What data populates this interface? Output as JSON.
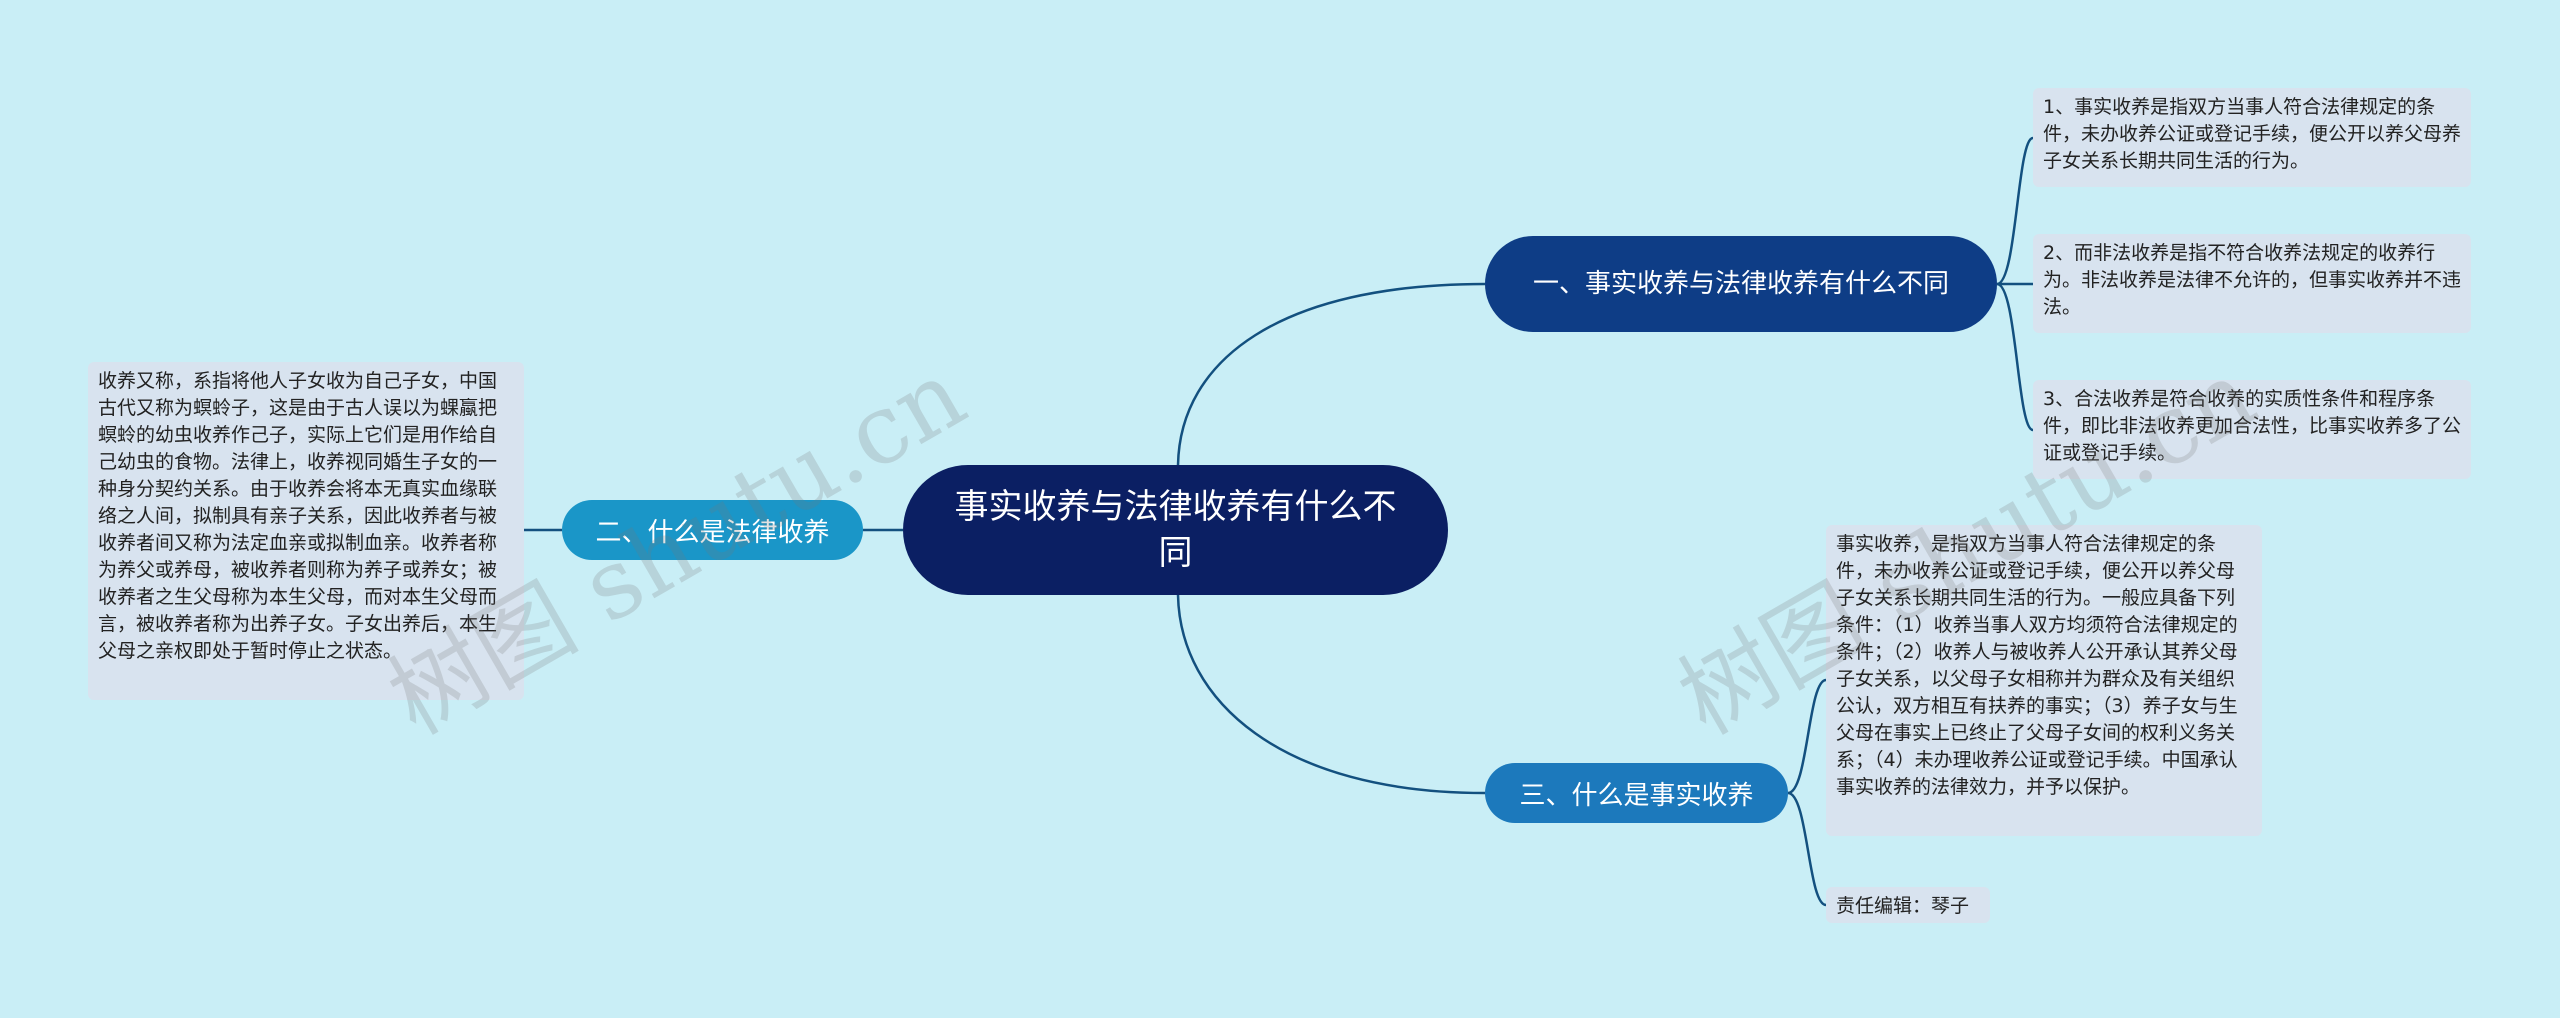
{
  "root": {
    "title": "事实收养与法律收养有什么不同"
  },
  "branches": [
    {
      "label": "一、事实收养与法律收养有什么不同",
      "items": [
        "1、事实收养是指双方当事人符合法律规定的条件，未办收养公证或登记手续，便公开以养父母养子女关系长期共同生活的行为。",
        "2、而非法收养是指不符合收养法规定的收养行为。非法收养是法律不允许的，但事实收养并不违法。",
        "3、合法收养是符合收养的实质性条件和程序条件，即比非法收养更加合法性，比事实收养多了公证或登记手续。"
      ]
    },
    {
      "label": "二、什么是法律收养",
      "items": [
        "收养又称，系指将他人子女收为自己子女，中国古代又称为螟蛉子，这是由于古人误以为蜾蠃把螟蛉的幼虫收养作己子，实际上它们是用作给自己幼虫的食物。法律上，收养视同婚生子女的一种身分契约关系。由于收养会将本无真实血缘联络之人间，拟制具有亲子关系，因此收养者与被收养者间又称为法定血亲或拟制血亲。收养者称为养父或养母，被收养者则称为养子或养女；被收养者之生父母称为本生父母，而对本生父母而言，被收养者称为出养子女。子女出养后，本生父母之亲权即处于暂时停止之状态。"
      ]
    },
    {
      "label": "三、什么是事实收养",
      "items": [
        "事实收养，是指双方当事人符合法律规定的条件，未办收养公证或登记手续，便公开以养父母子女关系长期共同生活的行为。一般应具备下列条件：（1）收养当事人双方均须符合法律规定的条件；（2）收养人与被收养人公开承认其养父母子女关系，以父母子女相称并为群众及有关组织公认，双方相互有扶养的事实；（3）养子女与生父母在事实上已终止了父母子女间的权利义务关系；（4）未办理收养公证或登记手续。中国承认事实收养的法律效力，并予以保护。",
        "责任编辑：琴子"
      ]
    }
  ],
  "watermarks": [
    "树图 shutu.cn",
    "树图 shutu.cn"
  ],
  "colors": {
    "background": "#c9eef6",
    "root": "#0b1f63",
    "branch_dark": "#0e3d86",
    "branch_light": "#1a96c8",
    "branch_mid": "#1c79bc",
    "leaf": "#d8e3ef",
    "line": "#13507f"
  }
}
